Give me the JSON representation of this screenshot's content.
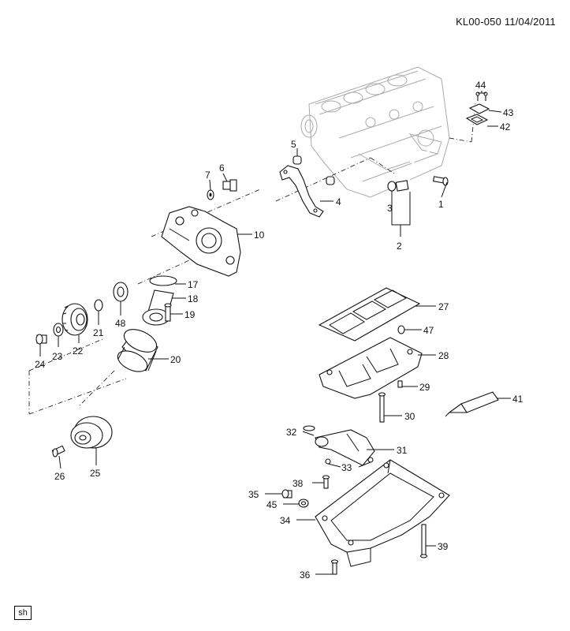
{
  "header": {
    "ref_code": "KL00-050 11/04/2011"
  },
  "footer": {
    "badge": "sh"
  },
  "callouts": [
    {
      "id": "c1",
      "label": "1"
    },
    {
      "id": "c2",
      "label": "2"
    },
    {
      "id": "c3",
      "label": "3"
    },
    {
      "id": "c4",
      "label": "4"
    },
    {
      "id": "c5",
      "label": "5"
    },
    {
      "id": "c6",
      "label": "6"
    },
    {
      "id": "c7",
      "label": "7"
    },
    {
      "id": "c10",
      "label": "10"
    },
    {
      "id": "c17",
      "label": "17"
    },
    {
      "id": "c18",
      "label": "18"
    },
    {
      "id": "c19",
      "label": "19"
    },
    {
      "id": "c20",
      "label": "20"
    },
    {
      "id": "c21",
      "label": "21"
    },
    {
      "id": "c22",
      "label": "22"
    },
    {
      "id": "c23",
      "label": "23"
    },
    {
      "id": "c24",
      "label": "24"
    },
    {
      "id": "c25",
      "label": "25"
    },
    {
      "id": "c26",
      "label": "26"
    },
    {
      "id": "c27",
      "label": "27"
    },
    {
      "id": "c28",
      "label": "28"
    },
    {
      "id": "c29",
      "label": "29"
    },
    {
      "id": "c30",
      "label": "30"
    },
    {
      "id": "c31",
      "label": "31"
    },
    {
      "id": "c32",
      "label": "32"
    },
    {
      "id": "c33",
      "label": "33"
    },
    {
      "id": "c34",
      "label": "34"
    },
    {
      "id": "c35",
      "label": "35"
    },
    {
      "id": "c36",
      "label": "36"
    },
    {
      "id": "c38",
      "label": "38"
    },
    {
      "id": "c39",
      "label": "39"
    },
    {
      "id": "c41",
      "label": "41"
    },
    {
      "id": "c42",
      "label": "42"
    },
    {
      "id": "c43",
      "label": "43"
    },
    {
      "id": "c44",
      "label": "44"
    },
    {
      "id": "c45",
      "label": "45"
    },
    {
      "id": "c47",
      "label": "47"
    },
    {
      "id": "c48",
      "label": "48"
    }
  ]
}
